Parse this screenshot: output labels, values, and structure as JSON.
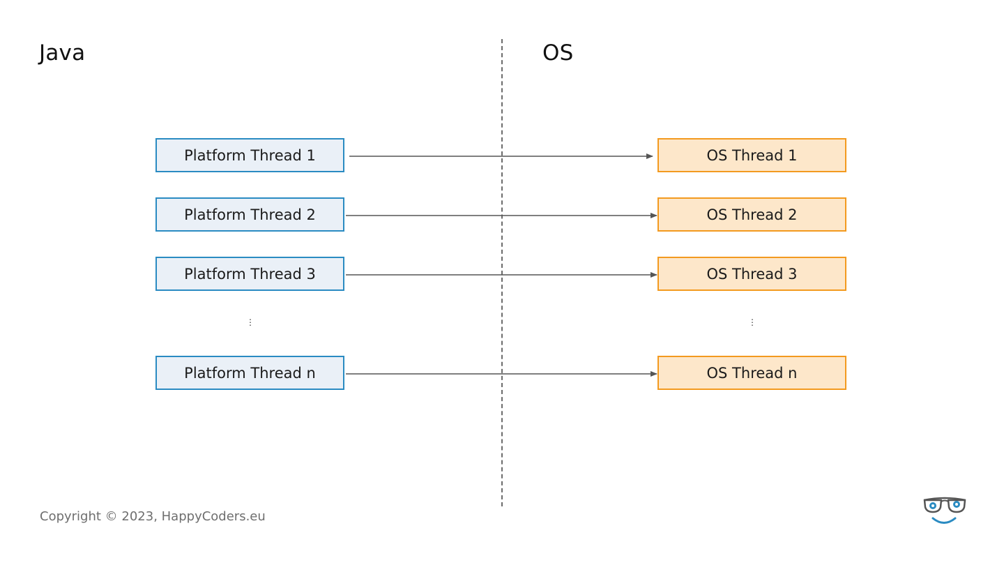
{
  "headings": {
    "java": "Java",
    "os": "OS"
  },
  "platform_threads": [
    {
      "label": "Platform Thread 1"
    },
    {
      "label": "Platform Thread 2"
    },
    {
      "label": "Platform Thread 3"
    },
    {
      "label": "Platform Thread n"
    }
  ],
  "os_threads": [
    {
      "label": "OS Thread 1"
    },
    {
      "label": "OS Thread 2"
    },
    {
      "label": "OS Thread 3"
    },
    {
      "label": "OS Thread n"
    }
  ],
  "ellipsis": "⋮",
  "footer": {
    "copyright": "Copyright © 2023, HappyCoders.eu"
  },
  "colors": {
    "platform_fill": "#eaf0f7",
    "platform_border": "#2a8bc2",
    "os_fill": "#fde7ca",
    "os_border": "#f39a1f",
    "arrow": "#555555",
    "divider": "#6b6b6b"
  },
  "icons": {
    "logo": "happycoders-glasses-smile-logo"
  }
}
